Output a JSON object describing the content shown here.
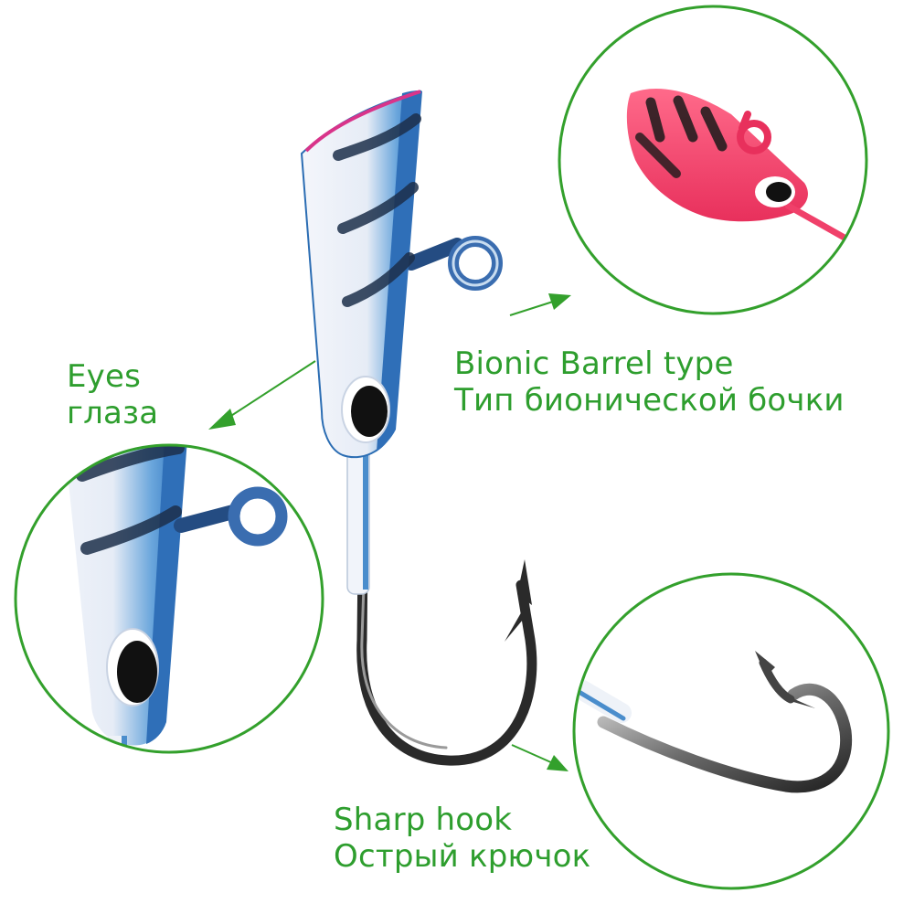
{
  "labels": {
    "eyes": {
      "en": "Eyes",
      "ru": "глаза"
    },
    "barrel": {
      "en": "Bionic Barrel type",
      "ru": "Тип бионической бочки"
    },
    "hook": {
      "en": "Sharp hook",
      "ru": "Острый крючок"
    }
  },
  "colors": {
    "accent": "#33a02c",
    "label_text": "#2e9e2e",
    "lure_blue": "#3a86c8",
    "lure_white": "#eef2f8",
    "lure_pink": "#f0406a",
    "hook_metal": "#2a2a2a"
  }
}
